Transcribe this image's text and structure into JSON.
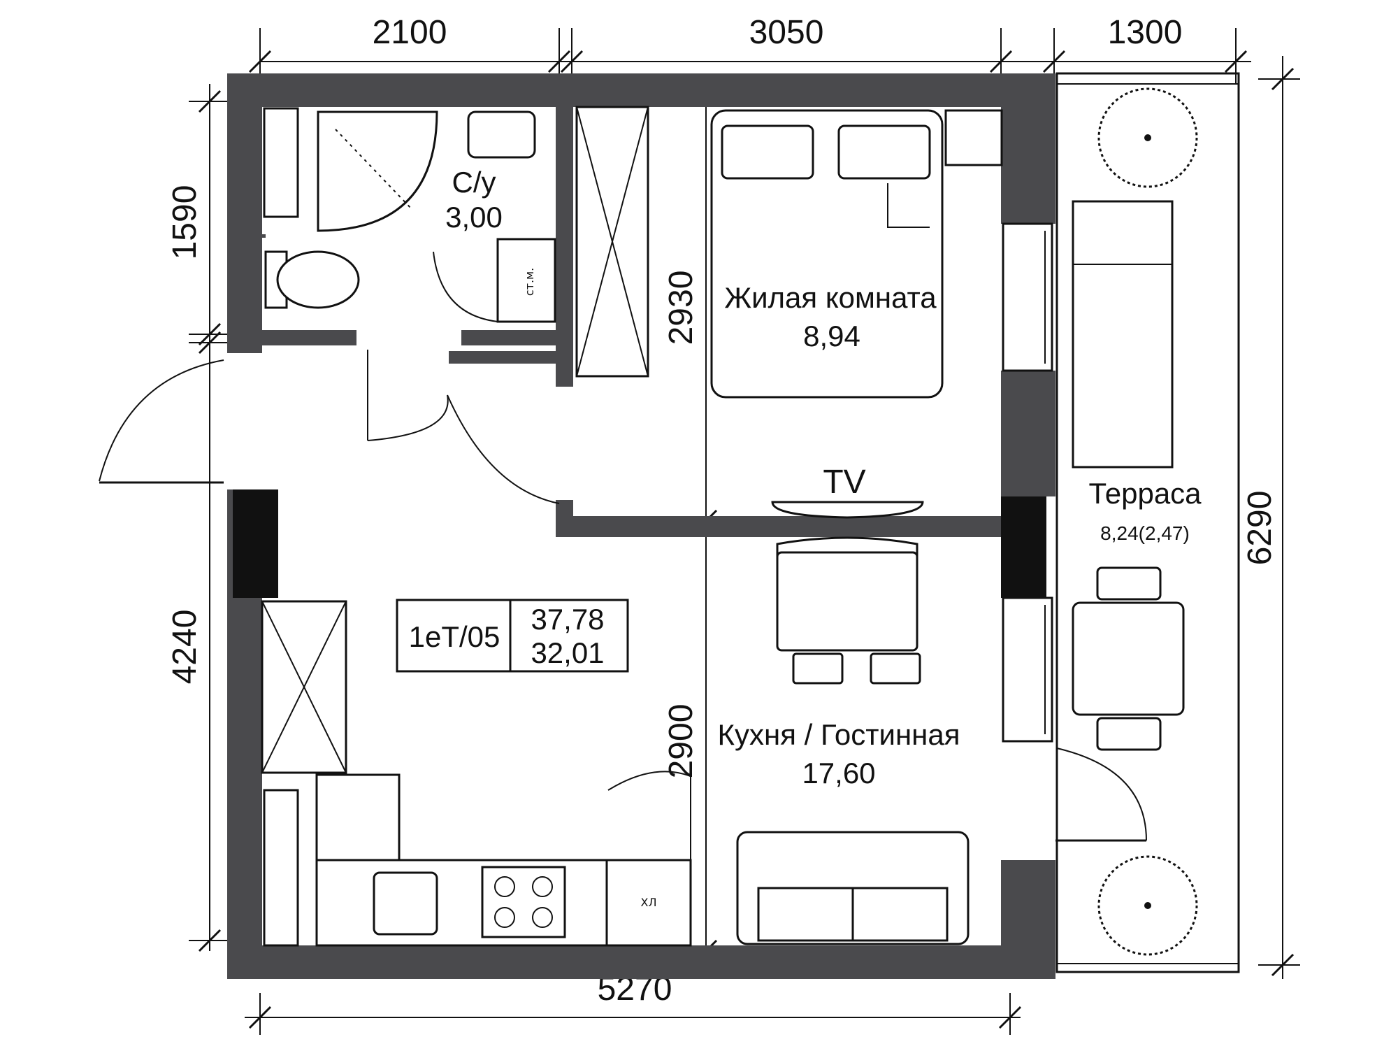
{
  "dimensions": {
    "top_left": "2100",
    "top_mid": "3050",
    "top_right": "1300",
    "left_upper": "1590",
    "left_lower": "4240",
    "bottom": "5270",
    "right": "6290",
    "inner_upper": "2930",
    "inner_lower": "2900"
  },
  "rooms": {
    "bathroom": {
      "name": "С/у",
      "area": "3,00"
    },
    "bedroom": {
      "name": "Жилая комната",
      "area": "8,94"
    },
    "terrace": {
      "name": "Терраса",
      "area": "8,24(2,47)"
    },
    "kitchen": {
      "name": "Кухня / Гостинная",
      "area": "17,60"
    }
  },
  "labels": {
    "tv_bedroom": "TV",
    "tv_living": "TV",
    "washer": "ст.м.",
    "fridge": "ХЛ"
  },
  "apartment": {
    "code": "1еТ/05",
    "total_area": "37,78",
    "living_area": "32,01"
  }
}
